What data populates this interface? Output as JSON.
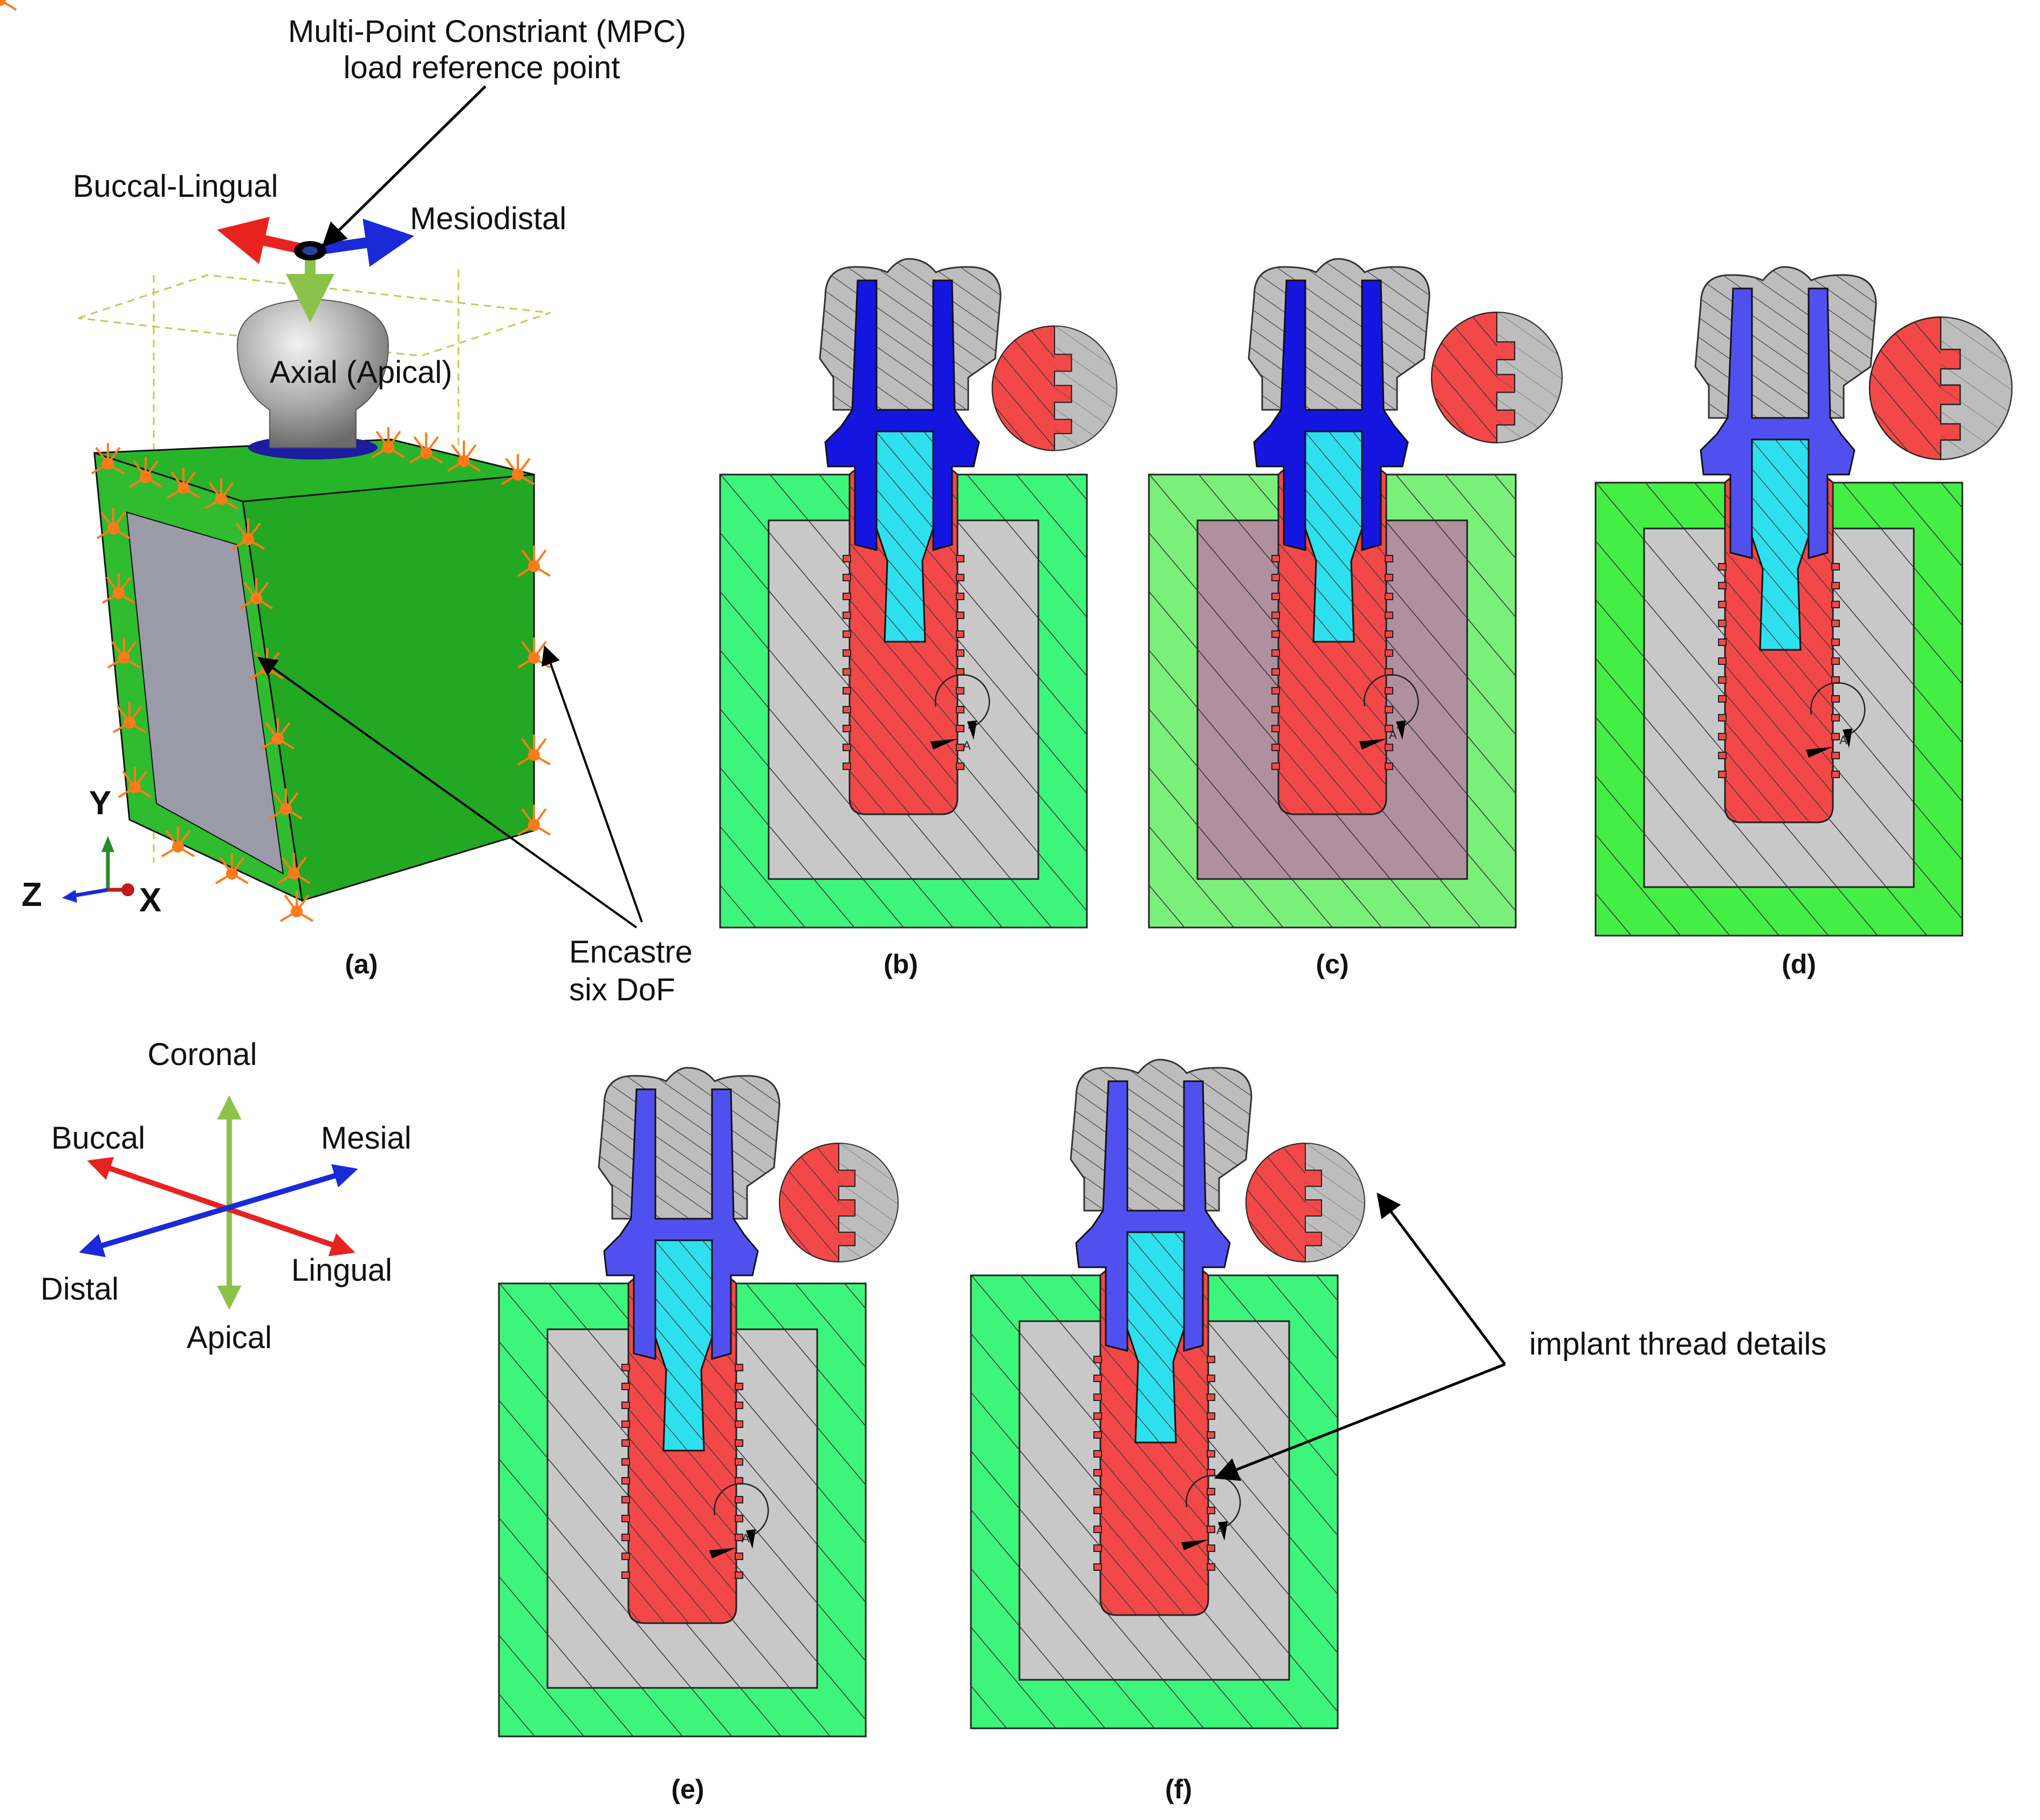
{
  "annotations": {
    "mpc_line1": "Multi-Point Constriant (MPC)",
    "mpc_line2": "load reference point",
    "buccal_lingual": "Buccal-Lingual",
    "mesiodistal": "Mesiodistal",
    "axial": "Axial (Apical)",
    "encastre_line1": "Encastre",
    "encastre_line2": "six DoF",
    "thread_details": "implant thread details",
    "detail_marker": "A"
  },
  "coordinate_axes": {
    "y": "Y",
    "z": "Z",
    "x": "X"
  },
  "orientation": {
    "coronal": "Coronal",
    "apical": "Apical",
    "buccal": "Buccal",
    "lingual": "Lingual",
    "mesial": "Mesial",
    "distal": "Distal"
  },
  "panels": [
    {
      "id": "a",
      "label": "(a)"
    },
    {
      "id": "b",
      "label": "(b)"
    },
    {
      "id": "c",
      "label": "(c)"
    },
    {
      "id": "d",
      "label": "(d)"
    },
    {
      "id": "e",
      "label": "(e)"
    },
    {
      "id": "f",
      "label": "(f)"
    }
  ],
  "colors": {
    "bone_outer": "#3df57a",
    "bone_outer_c": "#7af07a",
    "bone_outer_d": "#44ee44",
    "bone_inner": "#c8c8c8",
    "bone_inner_c": "#b0909e",
    "implant": "#f24848",
    "abutment": "#1515e0",
    "abutment_light": "#5050f0",
    "screw": "#2ee0ee",
    "crown": "#bdbdbd",
    "block_green": "#22b022",
    "buccal_lingual_arrow": "#e8231f",
    "mesiodistal_arrow": "#1a2ad8",
    "axial_arrow": "#8bc34a",
    "bc_marker": "#ff7a1a"
  }
}
